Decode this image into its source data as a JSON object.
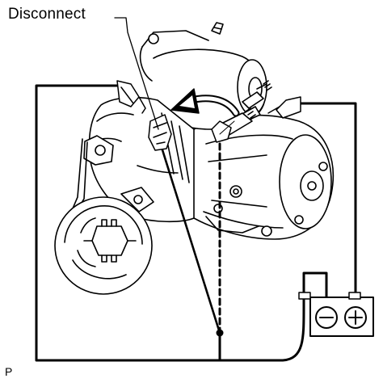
{
  "figure": {
    "callout_label": "Disconnect",
    "figure_code": "P"
  },
  "battery": {
    "negative_symbol": "minus-sign",
    "positive_symbol": "plus-sign"
  },
  "colors": {
    "ink": "#000000",
    "paper": "#ffffff"
  }
}
